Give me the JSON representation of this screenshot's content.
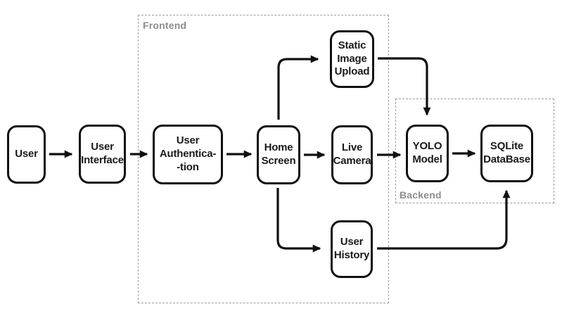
{
  "groups": {
    "frontend": {
      "label": "Frontend"
    },
    "backend": {
      "label": "Backend"
    }
  },
  "nodes": {
    "user": {
      "label": "User"
    },
    "user_interface": {
      "label": "User\nInterface"
    },
    "user_authentication": {
      "label": "User\nAuthentica-\n-tion"
    },
    "home_screen": {
      "label": "Home\nScreen"
    },
    "static_image_upload": {
      "label": "Static\nImage\nUpload"
    },
    "live_camera": {
      "label": "Live\nCamera"
    },
    "user_history": {
      "label": "User\nHistory"
    },
    "yolo_model": {
      "label": "YOLO\nModel"
    },
    "sqlite_database": {
      "label": "SQLite\nDataBase"
    }
  },
  "edges": [
    {
      "from": "user",
      "to": "user_interface"
    },
    {
      "from": "user_interface",
      "to": "user_authentication"
    },
    {
      "from": "user_authentication",
      "to": "home_screen"
    },
    {
      "from": "home_screen",
      "to": "static_image_upload"
    },
    {
      "from": "home_screen",
      "to": "live_camera"
    },
    {
      "from": "home_screen",
      "to": "user_history"
    },
    {
      "from": "static_image_upload",
      "to": "yolo_model"
    },
    {
      "from": "live_camera",
      "to": "yolo_model"
    },
    {
      "from": "yolo_model",
      "to": "sqlite_database"
    },
    {
      "from": "user_history",
      "to": "sqlite_database"
    }
  ],
  "colors": {
    "ink": "#111111",
    "text": "#1a1a1a",
    "group_border": "#9c9c9c",
    "group_label": "#8d8d8d",
    "background": "#ffffff"
  }
}
